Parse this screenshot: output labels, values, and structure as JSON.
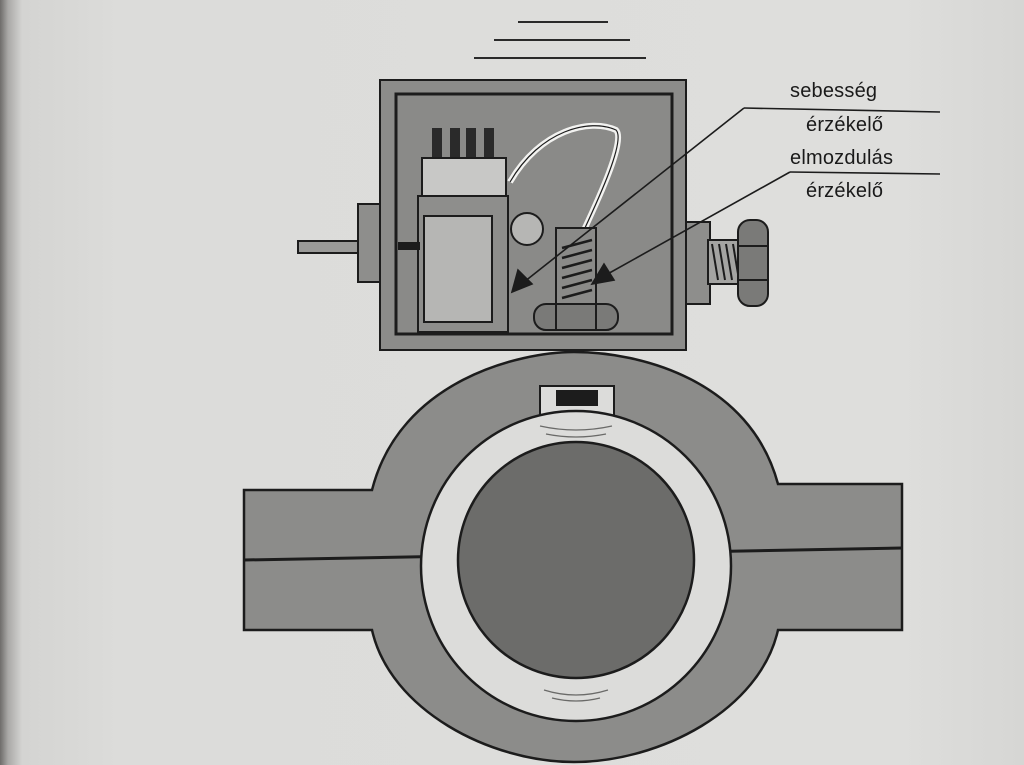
{
  "labels": {
    "speed_sensor": {
      "line1": "sebesség",
      "line2": "érzékelő"
    },
    "displacement_sensor": {
      "line1": "elmozdulás",
      "line2": "érzékelő"
    }
  },
  "colors": {
    "page": "#dcdcda",
    "metal": "#8c8c8a",
    "metal_dark": "#5a5a58",
    "outline": "#1c1c1c",
    "bore": "#d8d8d6"
  }
}
